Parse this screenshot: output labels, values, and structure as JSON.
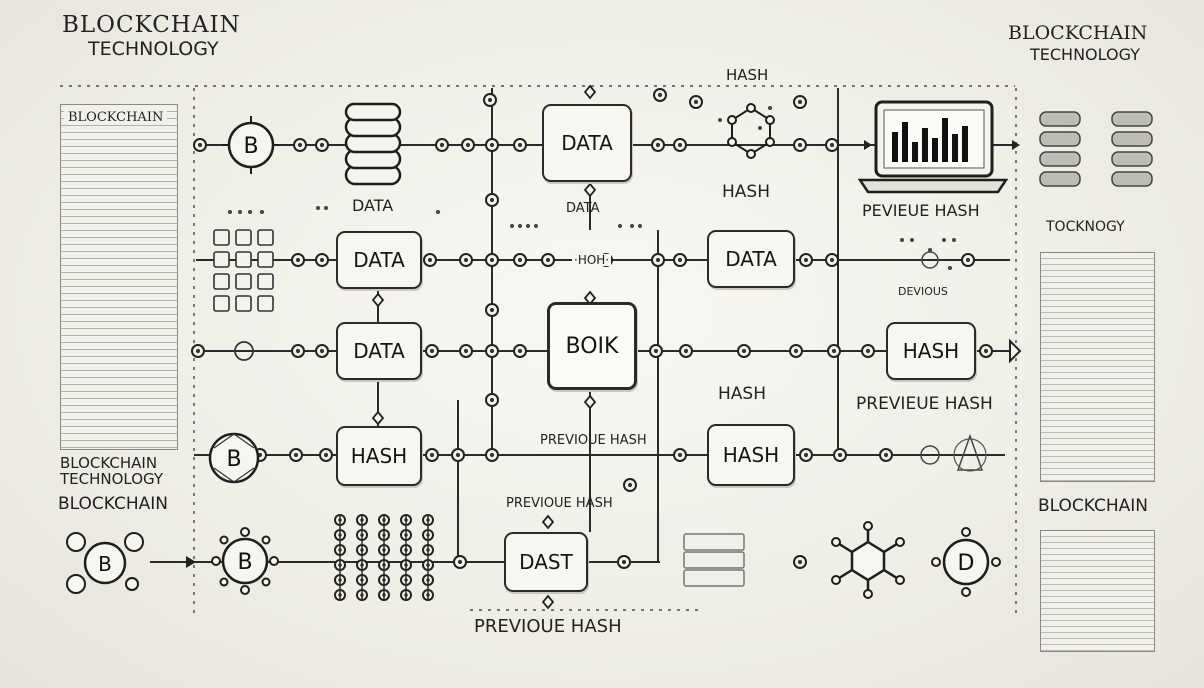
{
  "header": {
    "title_left": [
      "BLOCKCHAIN",
      "TECHNOLOGY"
    ],
    "title_right": [
      "BLOCKCHAIN",
      "TECHNOLOGY"
    ]
  },
  "left_panel": {
    "heading": "BLOCKCHAIN",
    "caption": [
      "BLOCKCHAIN",
      "TECHNOLOGY"
    ],
    "label": "BLOCKCHAIN"
  },
  "right_panel": {
    "label_top": "TOCKNOGY",
    "label_bottom": "BLOCKCHAIN"
  },
  "blocks": {
    "data_top": "DATA",
    "data_row2_left": "DATA",
    "data_row2_right": "DATA",
    "data_row3": "DATA",
    "center": "BOIK",
    "hash_row3": "HASH",
    "hash_row4_left": "HASH",
    "hash_row4_right": "HASH",
    "bottom": "DAST"
  },
  "labels": {
    "data_under_stack": "DATA",
    "data_under_top": "DATA",
    "hash_top": "HASH",
    "hash_under_molecule": "HASH",
    "hash_mid": "·HOH·",
    "previeue_hash_laptop": "PEVIEUE HASH",
    "devious": "DEVIOUS",
    "hash_right_mid": "HASH",
    "previeue_hash_right": "PREVIEUE HASH",
    "previeue_hash_center": "PREVIOUE HASH",
    "previeue_hash_mid": "PREVIOUE HASH",
    "previeue_hash_bottom": "PREVIOUE HASH"
  },
  "icons": [
    "bitcoin-icon",
    "database-stack-icon",
    "laptop-chart-icon",
    "molecule-icon",
    "keypad-grid-icon",
    "node-network-icon",
    "document-panel-icon"
  ],
  "colors": {
    "ink": "#2a2a2a",
    "paper": "#f7f6f1",
    "background": "#ecebe3"
  }
}
